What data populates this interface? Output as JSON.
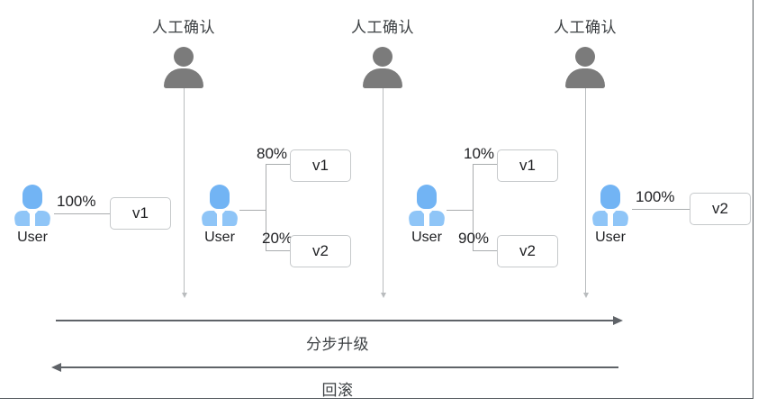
{
  "diagram": {
    "title": "",
    "colors": {
      "user_icon": "#72b4f4",
      "confirm_icon": "#7b7b7b",
      "connector": "#a9acae",
      "arrow": "#5f6368",
      "box_border": "#c6c9cb",
      "text": "#202124"
    },
    "confirm_gates": [
      {
        "label": "人工确认"
      },
      {
        "label": "人工确认"
      },
      {
        "label": "人工确认"
      }
    ],
    "stages": [
      {
        "user_label": "User",
        "branches": [
          {
            "percent": "100%",
            "version": "v1"
          }
        ]
      },
      {
        "user_label": "User",
        "branches": [
          {
            "percent": "80%",
            "version": "v1"
          },
          {
            "percent": "20%",
            "version": "v2"
          }
        ]
      },
      {
        "user_label": "User",
        "branches": [
          {
            "percent": "10%",
            "version": "v1"
          },
          {
            "percent": "90%",
            "version": "v2"
          }
        ]
      },
      {
        "user_label": "User",
        "branches": [
          {
            "percent": "100%",
            "version": "v2"
          }
        ]
      }
    ],
    "axes": [
      {
        "label": "分步升级",
        "direction": "right"
      },
      {
        "label": "回滚",
        "direction": "left"
      }
    ]
  }
}
